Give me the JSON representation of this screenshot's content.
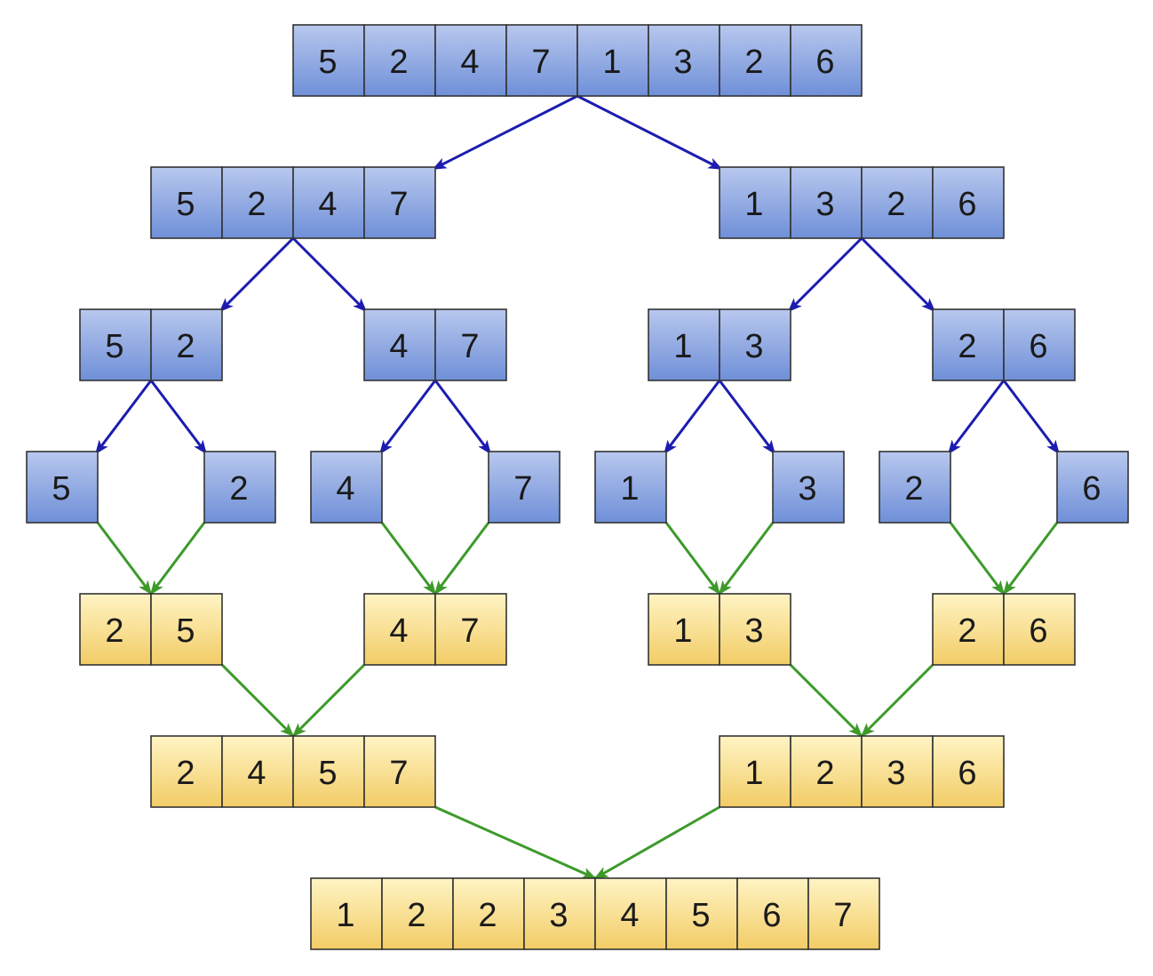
{
  "diagram": {
    "colors": {
      "split_fill_top": "#b8c8ee",
      "split_fill_bottom": "#6f8fd8",
      "merge_fill_top": "#fff4c4",
      "merge_fill_bottom": "#f2cc66",
      "split_arrow": "#1c1cb0",
      "merge_arrow": "#3d9a2a",
      "cell_border": "#333333"
    },
    "split_levels": [
      [
        [
          5,
          2,
          4,
          7,
          1,
          3,
          2,
          6
        ]
      ],
      [
        [
          5,
          2,
          4,
          7
        ],
        [
          1,
          3,
          2,
          6
        ]
      ],
      [
        [
          5,
          2
        ],
        [
          4,
          7
        ],
        [
          1,
          3
        ],
        [
          2,
          6
        ]
      ],
      [
        [
          5
        ],
        [
          2
        ],
        [
          4
        ],
        [
          7
        ],
        [
          1
        ],
        [
          3
        ],
        [
          2
        ],
        [
          6
        ]
      ]
    ],
    "merge_levels": [
      [
        [
          2,
          5
        ],
        [
          4,
          7
        ],
        [
          1,
          3
        ],
        [
          2,
          6
        ]
      ],
      [
        [
          2,
          4,
          5,
          7
        ],
        [
          1,
          2,
          3,
          6
        ]
      ],
      [
        [
          1,
          2,
          2,
          3,
          4,
          5,
          6,
          7
        ]
      ]
    ]
  }
}
